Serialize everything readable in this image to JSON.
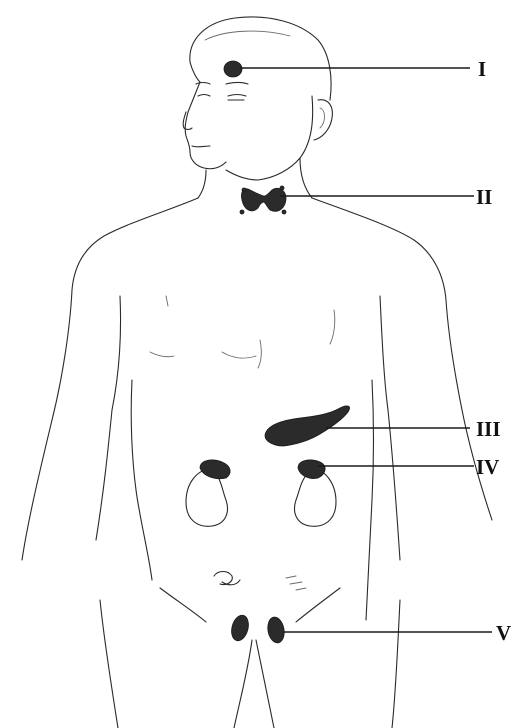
{
  "labels": {
    "pineal": "I",
    "thyroid": "II",
    "pancreas": "III",
    "adrenal": "IV",
    "testes": "V"
  },
  "colors": {
    "ink": "#1a1a1a",
    "outline": "#2a2a2a",
    "background": "#ffffff"
  }
}
